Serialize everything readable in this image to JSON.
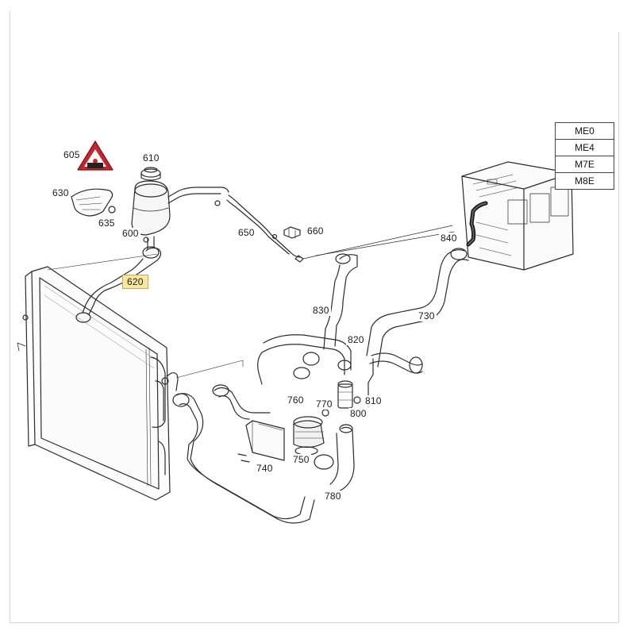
{
  "callouts": {
    "c605": "605",
    "c610": "610",
    "c630": "630",
    "c635": "635",
    "c600": "600",
    "c620": "620",
    "c650": "650",
    "c660": "660",
    "c840": "840",
    "c830": "830",
    "c730": "730",
    "c820": "820",
    "c760": "760",
    "c770": "770",
    "c810": "810",
    "c800": "800",
    "c740": "740",
    "c750": "750",
    "c780": "780"
  },
  "variants": [
    "ME0",
    "ME4",
    "M7E",
    "M8E"
  ],
  "colors": {
    "line": "#2b2b2b",
    "highlight": "#f8e7a0",
    "warning_label": "#c8242c"
  },
  "icons": {
    "warning": "hot-coolant-warning-icon"
  }
}
